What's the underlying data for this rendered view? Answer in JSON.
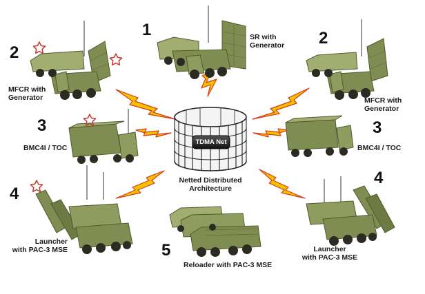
{
  "nodes": [
    {
      "id": "sr",
      "number": "1",
      "label_lines": [
        "SR with",
        "Generator"
      ]
    },
    {
      "id": "mfcr_left",
      "number": "2",
      "label_lines": [
        "MFCR with",
        "Generator"
      ]
    },
    {
      "id": "mfcr_right",
      "number": "2",
      "label_lines": [
        "MFCR with",
        "Generator"
      ]
    },
    {
      "id": "bmc_left",
      "number": "3",
      "label_lines": [
        "BMC4I / TOC"
      ]
    },
    {
      "id": "bmc_right",
      "number": "3",
      "label_lines": [
        "BMC4I / TOC"
      ]
    },
    {
      "id": "launcher_left",
      "number": "4",
      "label_lines": [
        "Launcher",
        "with PAC-3 MSE"
      ]
    },
    {
      "id": "launcher_right",
      "number": "4",
      "label_lines": [
        "Launcher",
        "with PAC-3 MSE"
      ]
    },
    {
      "id": "reloader",
      "number": "5",
      "label_lines": [
        "Reloader with PAC-3 MSE"
      ]
    }
  ],
  "hub": {
    "badge": "TDMA Net",
    "label_lines": [
      "Netted Distributed",
      "Architecture"
    ]
  },
  "colors": {
    "vehicle": "#7f8d52",
    "vehicle_dark": "#5d6a36",
    "vehicle_light": "#a2ad72",
    "bolt_fill": "#f2c200",
    "bolt_edge": "#d93a1a",
    "star": "#c0392b",
    "hub_stroke": "#222222"
  }
}
